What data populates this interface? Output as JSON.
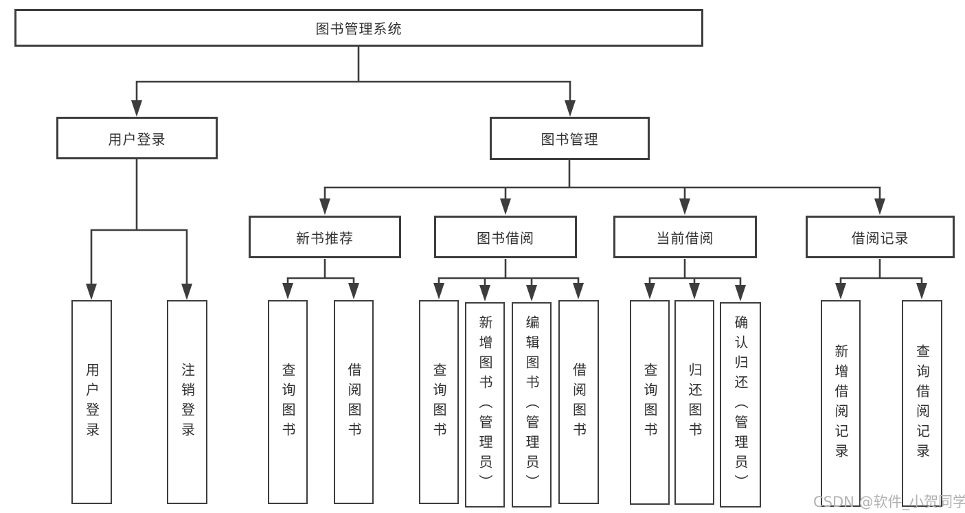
{
  "colors": {
    "line": "#3d3d3d",
    "box_border": "#3d3d3d",
    "box_fill": "#ffffff",
    "text": "#303030",
    "watermark": "#b2b2b2",
    "background": "#ffffff"
  },
  "diagram": {
    "root": {
      "label": "图书管理系统"
    },
    "level2": [
      {
        "label": "用户登录"
      },
      {
        "label": "图书管理"
      }
    ],
    "level3": [
      {
        "label": "新书推荐"
      },
      {
        "label": "图书借阅"
      },
      {
        "label": "当前借阅"
      },
      {
        "label": "借阅记录"
      }
    ],
    "leaves": {
      "user_login": [
        {
          "label": "用户登录"
        },
        {
          "label": "注销登录"
        }
      ],
      "new_book": [
        {
          "label": "查询图书"
        },
        {
          "label": "借阅图书"
        }
      ],
      "book_borrow": [
        {
          "label": "查询图书"
        },
        {
          "label": "新增图书（管理员）"
        },
        {
          "label": "编辑图书（管理员）"
        },
        {
          "label": "借阅图书"
        }
      ],
      "current_borrow": [
        {
          "label": "查询图书"
        },
        {
          "label": "归还图书"
        },
        {
          "label": "确认归还（管理员）"
        }
      ],
      "borrow_record": [
        {
          "label": "新增借阅记录"
        },
        {
          "label": "查询借阅记录"
        }
      ]
    }
  },
  "watermark": {
    "text": "CSDN @软件_小贺同学"
  }
}
